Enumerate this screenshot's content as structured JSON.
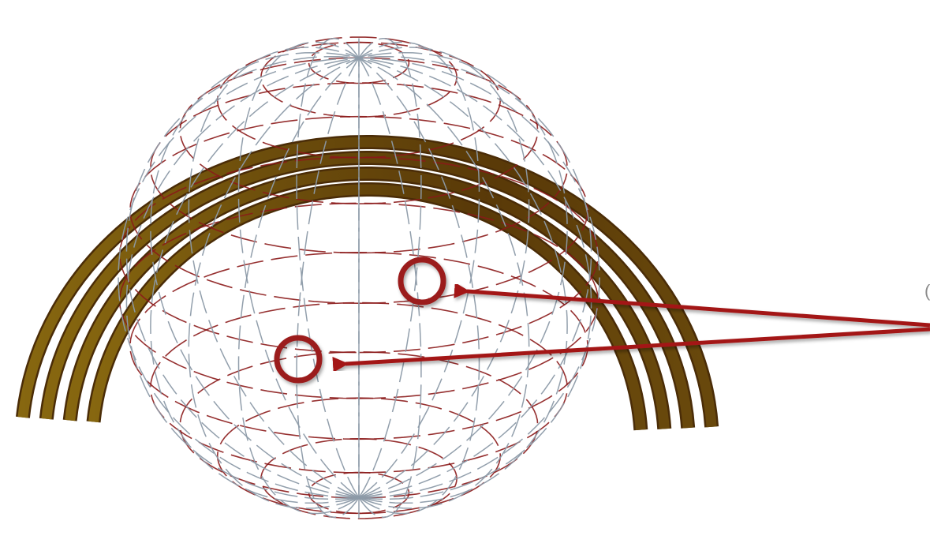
{
  "figure": {
    "edge_text": "(",
    "colors": {
      "ring_light": "#9a7a16",
      "ring_dark": "#4a2c07",
      "latitude_line": "#8b1a1a",
      "longitude_line": "#8c9aa8",
      "marker": "#9b1c1c",
      "arrow": "#a31818"
    },
    "sphere": {
      "latitude_count": 15,
      "longitude_count": 24,
      "style": "dashed wireframe"
    },
    "rings": {
      "count": 4
    },
    "markers": [
      {
        "name": "upper-marker",
        "shape": "circle"
      },
      {
        "name": "lower-marker",
        "shape": "circle"
      }
    ],
    "arrows": [
      {
        "name": "upper-arrow",
        "points_to": "upper-marker"
      },
      {
        "name": "lower-arrow",
        "points_to": "lower-marker"
      }
    ]
  }
}
